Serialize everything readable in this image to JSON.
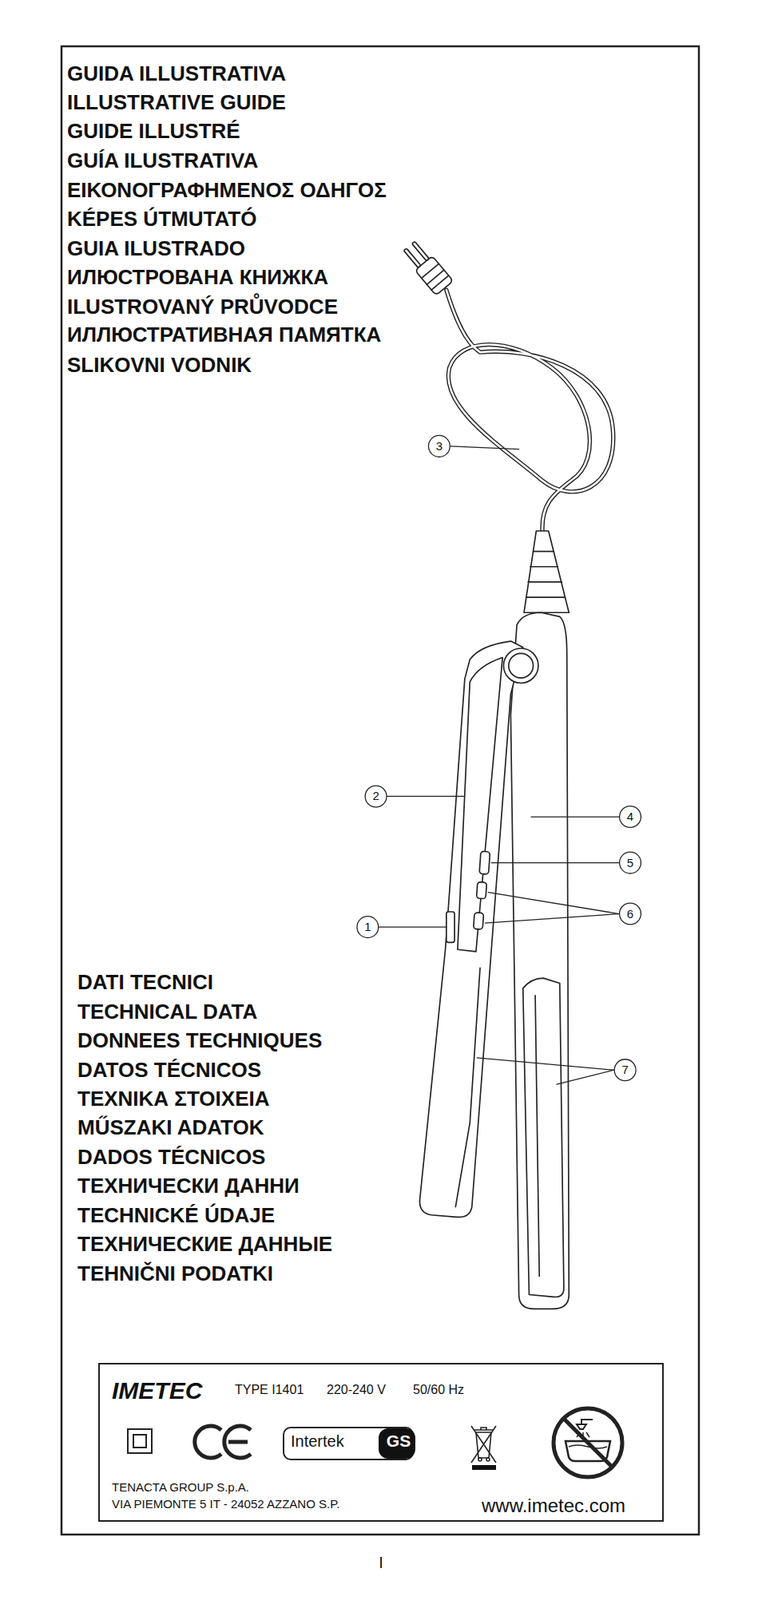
{
  "diagram": {
    "nodes": [
      {
        "text": [
          "IMETEC",
          "TYPE I1401",
          "220-240 V",
          "50/60 Hz",
          "Intertek",
          "GS",
          "TENACTA GROUP S.p.A.",
          "VIA PIEMONTE 5 IT - 24052 AZZANO S.P.",
          "www.imetec.com"
        ]
      }
    ],
    "labels": [
      "GUIDA ILLUSTRATIVA",
      "ILLUSTRATIVE GUIDE",
      "GUIDE ILLUSTRÉ",
      "GUÍA ILUSTRATIVA",
      "ΕΙΚΟΝΟΓΡΑΦΗΜΕΝΟΣ ΟΔΗΓΟΣ",
      "KÉPES ÚTMUTATÓ",
      "GUIA ILUSTRADO",
      "ИЛЮСТРОВАНА КНИЖКА",
      "ILUSTROVANÝ PRŮVODCE",
      "ИЛЛЮСТРАТИВНАЯ ПАМЯТКА",
      "SLIKOVNI VODNIK",
      "3",
      "2",
      "4",
      "5",
      "6",
      "1",
      "7",
      "DATI TECNICI",
      "TECHNICAL DATA",
      "DONNEES TECHNIQUES",
      "DATOS TÉCNICOS",
      "ΤΕΧΝΙΚΑ ΣΤΟΙΧΕΙΑ",
      "MŰSZAKI ADATOK",
      "DADOS TÉCNICOS",
      "ТЕХНИЧЕСКИ ДАННИ",
      "TECHNICKÉ ÚDAJE",
      "ТЕХНИЧЕСКИЕ ДАННЫЕ",
      "TEHNIČNI PODATKI",
      "I"
    ]
  }
}
